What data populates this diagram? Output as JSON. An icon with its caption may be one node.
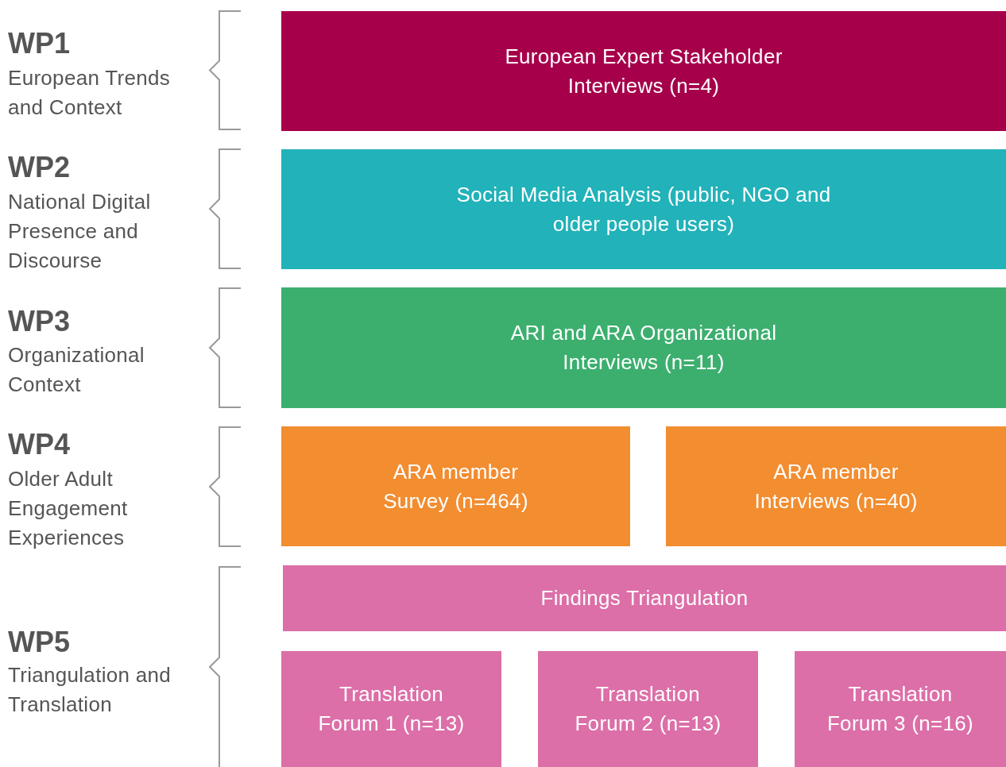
{
  "diagram": {
    "nodes": [
      {
        "text": [
          "European Expert Stakeholder Interviews (n=4)"
        ]
      },
      {
        "text": [
          "Social Media Analysis (public, NGO and older people users)"
        ]
      },
      {
        "text": [
          "ARI and ARA Organizational Interviews (n=11)"
        ]
      },
      {
        "text": [
          "ARA member Survey (n=464)"
        ]
      },
      {
        "text": [
          "ARA member Interviews (n=40)"
        ]
      },
      {
        "text": [
          "Findings Triangulation"
        ]
      },
      {
        "text": [
          "Translation Forum 1 (n=13)"
        ]
      },
      {
        "text": [
          "Translation Forum 2 (n=13)"
        ]
      },
      {
        "text": [
          "Translation Forum 3 (n=16)"
        ]
      }
    ],
    "edges": [],
    "labels": [
      "WP1",
      "European Trends and Context",
      "WP2",
      "National Digital Presence and Discourse",
      "WP3",
      "Organizational Context",
      "WP4",
      "Older Adult Engagement Experiences",
      "WP5",
      "Triangulation and Translation"
    ]
  }
}
